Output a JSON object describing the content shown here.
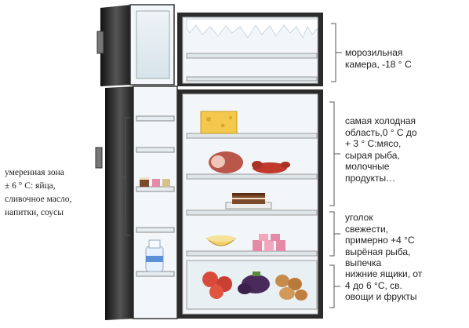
{
  "labels": {
    "freezer": "морозильная\nкамера, -18 ° C",
    "coldest": "самая холодная\nобласть,0 ° C до\n+ 3 ° C:мясо,\nсырая рыба,\nмолочные\nпродукты…",
    "door_moderate": "умеренная зона\n± 6 ° C: яйца,\nсливочное масло,\nнапитки, соусы",
    "freshness": "уголок\nсвежести,\nпримерно +4 °C\nвырёная рыба,\nвыпечка",
    "drawers": "нижние ящики, от\n4 до 6 °C, св.\nовощи и фрукты"
  },
  "colors": {
    "body": "#2b2b2b",
    "interior": "#f3f6f8",
    "glass": "#dfeaf0",
    "frost": "#ffffff",
    "cheese": "#f2c94c",
    "meat": "#b8574a",
    "cake": "#7a4a2a",
    "dessert": "#e58aa6",
    "bottle": "#e6f0ff"
  },
  "icons": {
    "cheese": "cheese-icon",
    "ham": "ham-icon",
    "lobster": "lobster-icon",
    "cake": "cake-icon",
    "bowl": "bowl-icon",
    "desserts": "desserts-icon",
    "bottle": "milk-bottle-icon",
    "tomatoes": "tomato-icon",
    "eggplant": "eggplant-icon",
    "potatoes": "potato-icon"
  }
}
